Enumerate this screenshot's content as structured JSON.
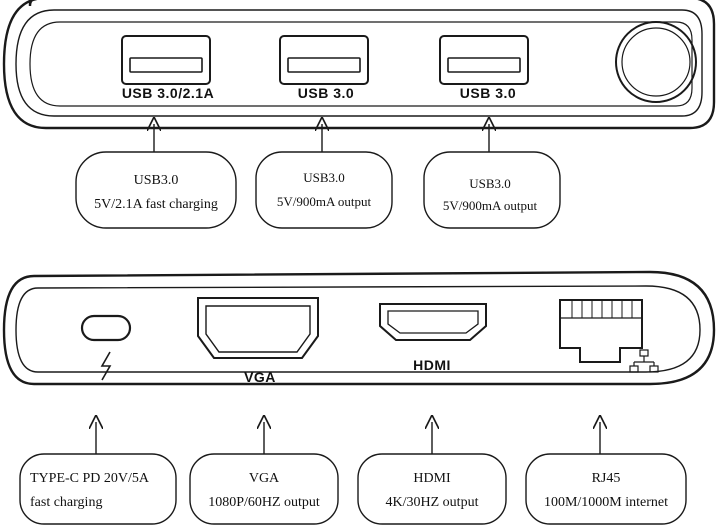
{
  "top_panel": {
    "ports": [
      {
        "label": "USB 3.0/2.1A"
      },
      {
        "label": "USB 3.0"
      },
      {
        "label": "USB 3.0"
      }
    ],
    "callouts": [
      {
        "line1": "USB3.0",
        "line2": "5V/2.1A fast charging"
      },
      {
        "line1": "USB3.0",
        "line2": "5V/900mA output"
      },
      {
        "line1": "USB3.0",
        "line2": "5V/900mA output"
      }
    ]
  },
  "bottom_panel": {
    "ports": [
      {
        "label": ""
      },
      {
        "label": "VGA"
      },
      {
        "label": "HDMI"
      },
      {
        "label": ""
      }
    ],
    "callouts": [
      {
        "line1": "TYPE-C PD 20V/5A",
        "line2": "fast charging"
      },
      {
        "line1": "VGA",
        "line2": "1080P/60HZ output"
      },
      {
        "line1": "HDMI",
        "line2": "4K/30HZ output"
      },
      {
        "line1": "RJ45",
        "line2": "100M/1000M internet"
      }
    ]
  },
  "icons": {
    "power": "lightning-bolt-icon",
    "network": "network-icon"
  },
  "colors": {
    "line": "#1a1a1a",
    "background": "#ffffff"
  }
}
